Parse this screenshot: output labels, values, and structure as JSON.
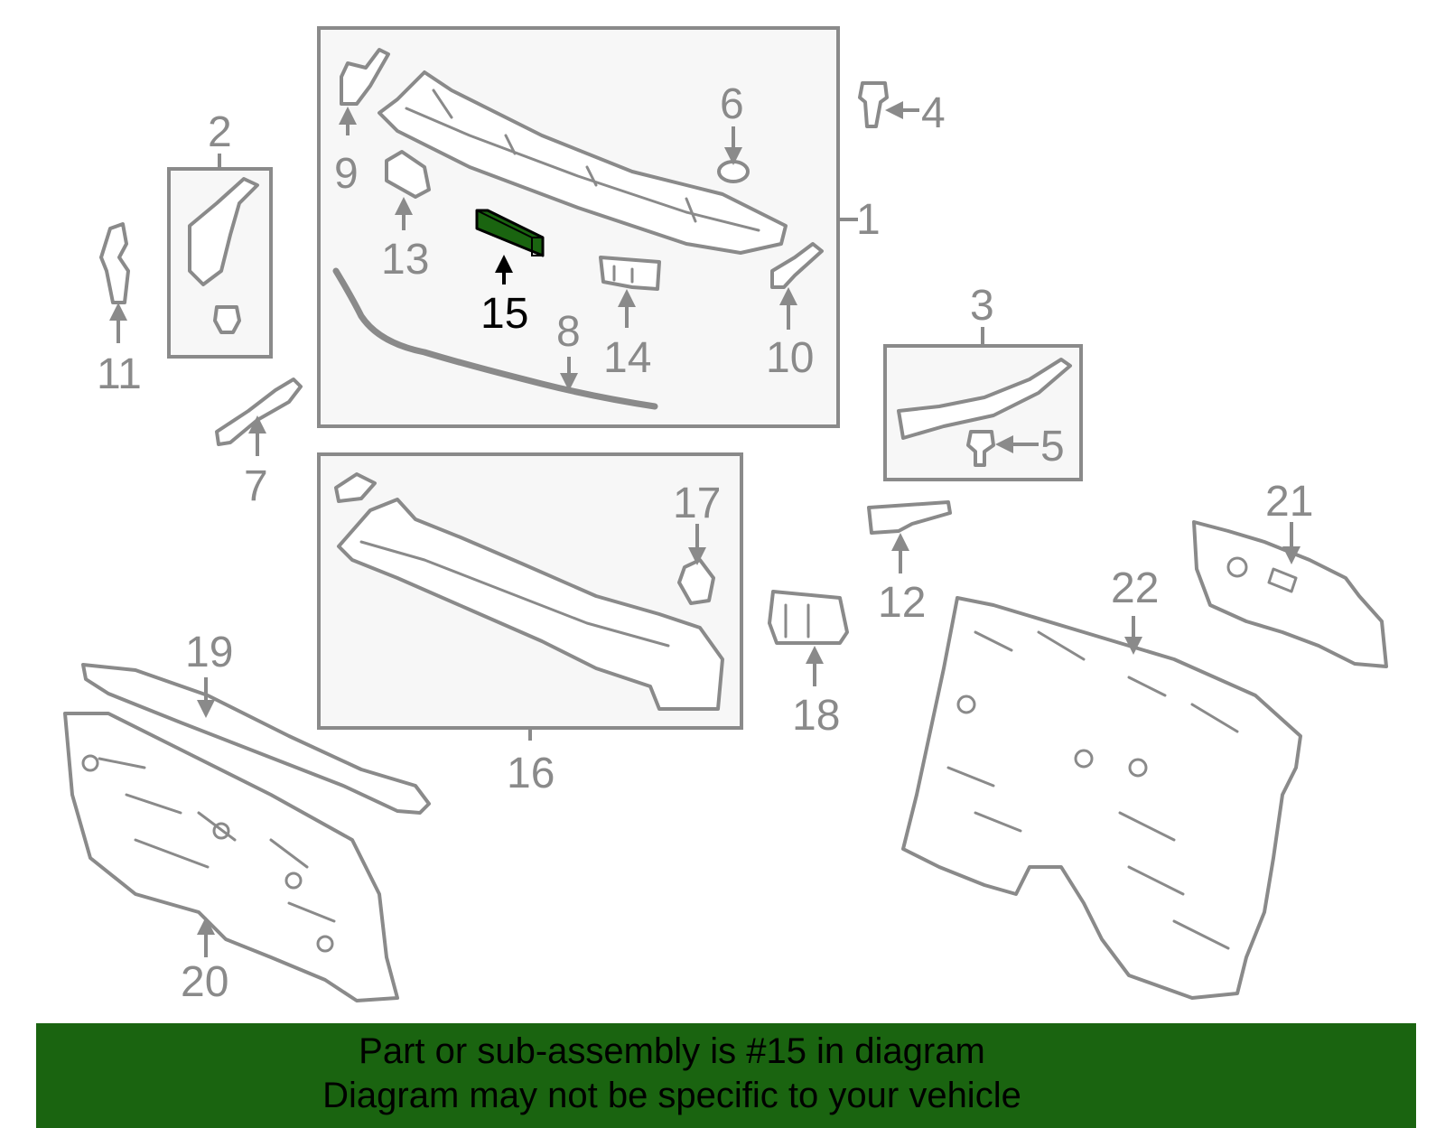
{
  "highlight": {
    "part_number": "15",
    "color": "#1a6410"
  },
  "callouts": [
    "1",
    "2",
    "3",
    "4",
    "5",
    "6",
    "7",
    "8",
    "9",
    "10",
    "11",
    "12",
    "13",
    "14",
    "15",
    "16",
    "17",
    "18",
    "19",
    "20",
    "21",
    "22"
  ],
  "banner": {
    "line1": "Part or sub-assembly is #15 in diagram",
    "line2": "Diagram may not be specific to your vehicle",
    "background": "#1a6410"
  }
}
